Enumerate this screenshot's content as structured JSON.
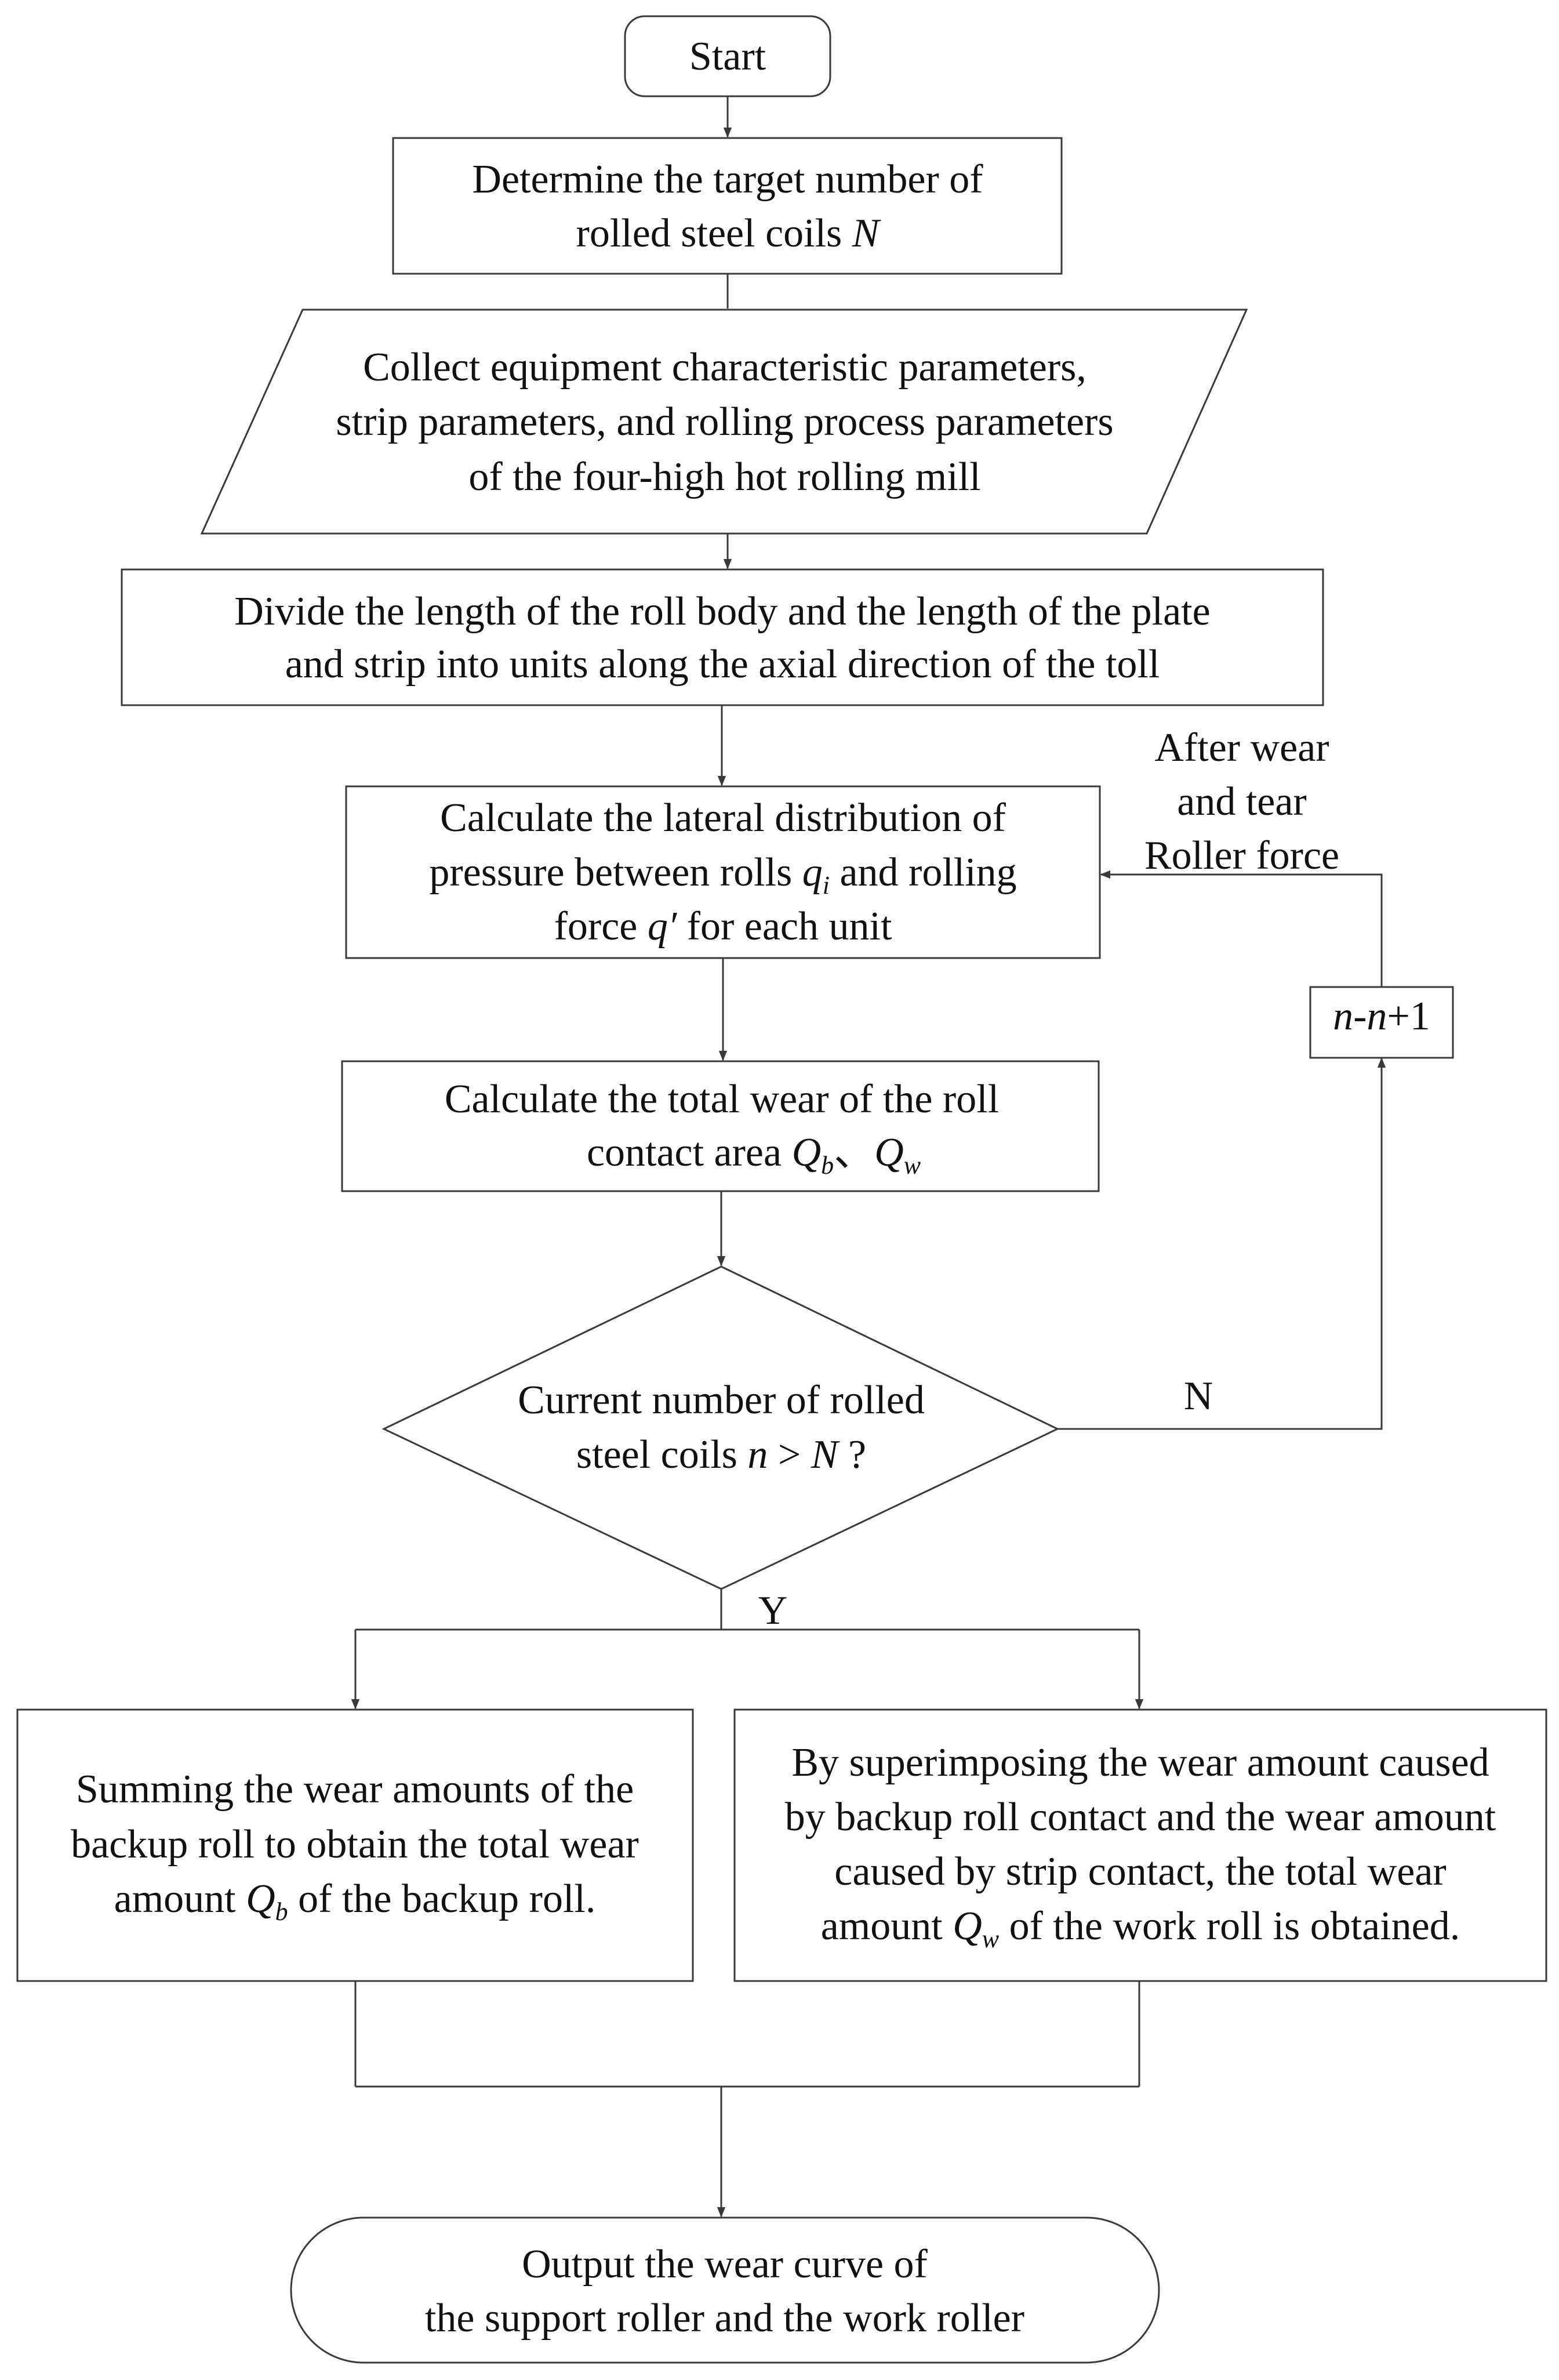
{
  "flowchart": {
    "start": "Start",
    "step1": {
      "text": "Determine the target number of",
      "line2": "rolled steel coils",
      "var": "N"
    },
    "step2": {
      "line1": "Collect equipment characteristic parameters,",
      "line2": "strip parameters, and rolling process parameters",
      "line3": "of the four-high hot rolling mill"
    },
    "step3": {
      "line1": "Divide the length of the roll body and the length of the plate",
      "line2": "and strip into units along the axial direction of the toll"
    },
    "step4": {
      "line1": "Calculate the lateral distribution of",
      "line2a": "pressure between rolls",
      "q": "q",
      "qsub": "i",
      "line2b": "and rolling",
      "line3a": "force",
      "qprime": "q′",
      "line3b": "for each unit"
    },
    "step5": {
      "line1": "Calculate the total wear of the roll",
      "line2": "contact area",
      "Q": "Q",
      "sub_b": "b",
      "sep": "、",
      "sub_w": "w"
    },
    "decision": {
      "line1": "Current number of rolled",
      "line2": "steel coils",
      "expr_n": "n",
      "expr_gt": " > ",
      "expr_N": "N",
      "expr_q": " ?"
    },
    "branch_no": "N",
    "branch_yes": "Y",
    "loop_counter": {
      "n1": "n",
      "dash": "-",
      "n2": "n",
      "plus": "+1"
    },
    "loop_label": {
      "line1": "After wear",
      "line2": "and tear",
      "line3": "Roller force"
    },
    "left_result": {
      "line1": "Summing the wear amounts of the",
      "line2": "backup roll to obtain the total wear",
      "line3a": "amount",
      "Q": "Q",
      "sub": "b",
      "line3b": "of the backup roll."
    },
    "right_result": {
      "line1": "By superimposing the wear amount caused",
      "line2": "by backup roll contact and the wear amount",
      "line3": "caused by strip contact, the total wear",
      "line4a": "amount",
      "Q": "Q",
      "sub": "w",
      "line4b": "of the work roll is obtained."
    },
    "end": {
      "line1": "Output the wear curve of",
      "line2": "the support roller and the work roller"
    }
  }
}
